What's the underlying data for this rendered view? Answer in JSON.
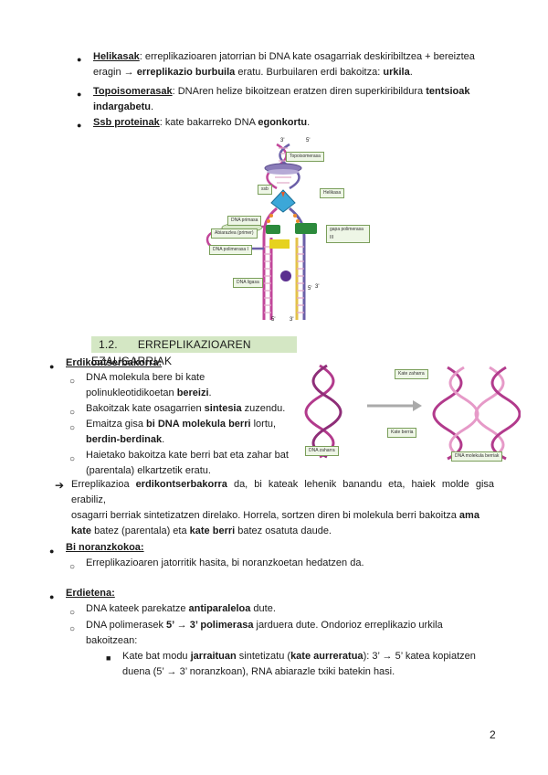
{
  "top_list": [
    {
      "term": "Helikasak",
      "text1": ": erreplikazioaren jatorrian bi DNA kate osagarriak deskiribiltzea + bereiztea",
      "line2a": "eragin → ",
      "b2": "erreplikazio burbuila",
      "line2b": " eratu. Burbuilaren erdi bakoitza: ",
      "b3": "urkila",
      "end": "."
    },
    {
      "term": "Topoisomerasak",
      "text1": ": DNAren helize bikoitzean eratzen diren superkiribildura ",
      "b1": "tentsioak",
      "line2": "indargabetu",
      "end": "."
    },
    {
      "term": "Ssb proteinak",
      "text1": ": kate bakarreko DNA ",
      "b1": "egonkortu",
      "end": "."
    }
  ],
  "fig1": {
    "labels": [
      "Topoisomerasa",
      "Helikasa",
      "ssb",
      "DNA primasa",
      "Abiarazlea (primer)",
      "gapa polimerasa III",
      "DNA polimerasa I",
      "DNA ligasa"
    ],
    "ends": [
      "3'",
      "5'",
      "5'",
      "3'",
      "5'",
      "3'"
    ]
  },
  "section": {
    "number": "1.2.",
    "title": "ERREPLIKAZIOAREN EZAUGARRIAK"
  },
  "erdikontserbakorra": {
    "heading": "Erdikontserbakorra:",
    "items": [
      {
        "l1": "DNA molekula bere bi kate",
        "l2a": "polinukleotidikoetan ",
        "l2b": "bereizi",
        "l2c": "."
      },
      {
        "a": "Bakoitzak kate osagarrien ",
        "b": "sintesia",
        "c": " zuzendu."
      },
      {
        "a": "Emaitza gisa ",
        "b": "bi DNA molekula berri",
        "c": " lortu,",
        "l2": "berdin-berdinak",
        "l2end": "."
      },
      {
        "l1": "Haietako bakoitza kate berri bat eta zahar bat",
        "l2": "(parentala) elkartzetik eratu."
      }
    ],
    "arrow_para": {
      "a": "Erreplikazioa ",
      "b": "erdikontserbakorra",
      "c": " da, bi kateak lehenik banandu eta, haiek molde gisa erabiliz,",
      "l2": "osagarri berriak sintetizatzen direlako. Horrela, sortzen diren bi molekula berri bakoitza ",
      "l2b": "ama",
      "l3a": "kate",
      "l3b": " batez (parentala) eta ",
      "l3c": "kate berri",
      "l3d": " batez osatuta daude."
    }
  },
  "fig2": {
    "labels": [
      "Kate zaharra",
      "Kate berria",
      "DNA zaharra",
      "DNA molekula berriak"
    ]
  },
  "bi_noranzkokoa": {
    "heading": "Bi noranzkokoa:",
    "item": "Erreplikazioaren jatorritik hasita, bi noranzkoetan hedatzen da."
  },
  "erdietena": {
    "heading": "Erdietena:",
    "item1a": "DNA kateek parekatze ",
    "item1b": "antiparaleloa",
    "item1c": " dute.",
    "item2a": "DNA polimerasek ",
    "item2b": "5’ → 3’ polimerasa",
    "item2c": " jarduera dute. Ondorioz erreplikazio urkila",
    "item2l2": "bakoitzean:",
    "sub1a": "Kate bat modu ",
    "sub1b": "jarraituan",
    "sub1c": " sintetizatu (",
    "sub1d": "kate aurreratua",
    "sub1e": "): 3’ → 5’ katea kopiatzen",
    "sub1l2": "duena (5’ → 3’ noranzkoan), RNA abiarazle txiki batekin hasi."
  },
  "page_number": "2"
}
